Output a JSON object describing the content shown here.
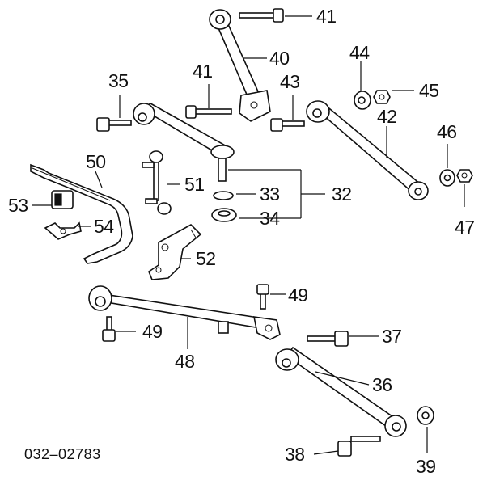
{
  "diagram_id": "032–02783",
  "callouts": {
    "c32": "32",
    "c33": "33",
    "c34": "34",
    "c35": "35",
    "c36": "36",
    "c37": "37",
    "c38": "38",
    "c39": "39",
    "c40": "40",
    "c41a": "41",
    "c41b": "41",
    "c42": "42",
    "c43": "43",
    "c44": "44",
    "c45": "45",
    "c46": "46",
    "c47": "47",
    "c48": "48",
    "c49a": "49",
    "c49b": "49",
    "c50": "50",
    "c51": "51",
    "c52": "52",
    "c53": "53",
    "c54": "54"
  }
}
